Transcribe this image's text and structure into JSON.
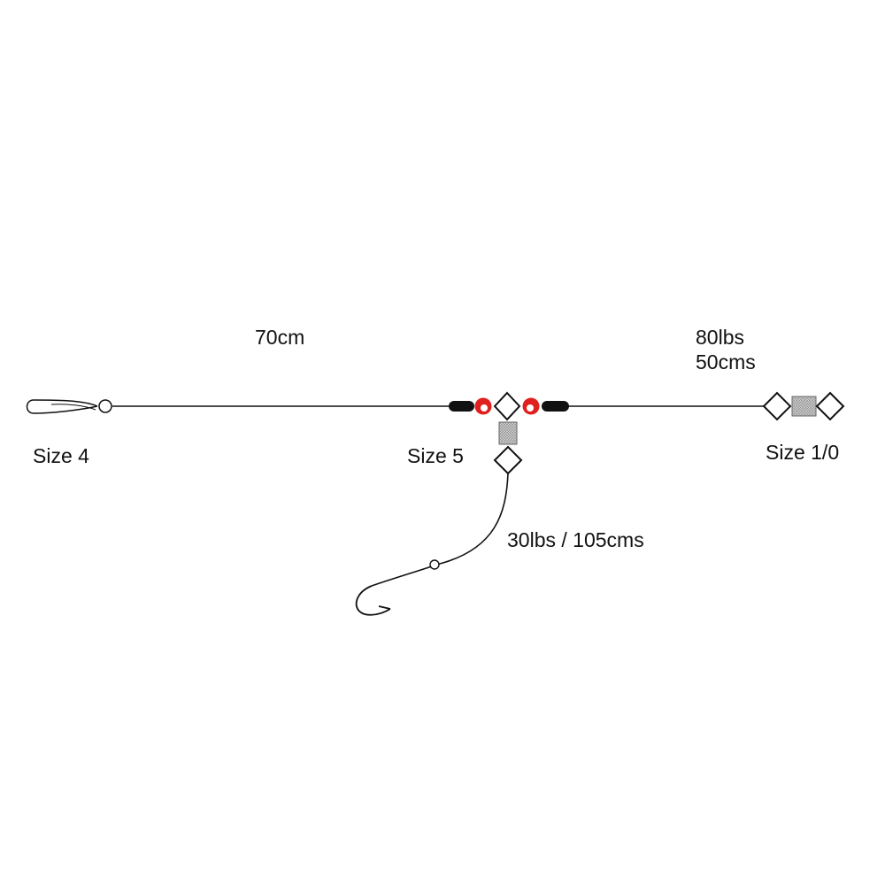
{
  "labels": {
    "main_line_length": "70cm",
    "right_line_strength": "80lbs",
    "right_line_length": "50cms",
    "left_hook_size": "Size 4",
    "middle_hook_size": "Size 5",
    "right_hook_size": "Size 1/0",
    "dropper_spec": "30lbs / 105cms"
  },
  "colors": {
    "line": "#111111",
    "bead": "#e0201e",
    "sleeve": "#111111",
    "swivel_fill": "#cfcfcf",
    "background": "#ffffff"
  },
  "icons": {
    "clip": "link-clip-icon",
    "bead": "bead-icon",
    "sleeve": "crimp-sleeve-icon",
    "swivel": "swivel-icon",
    "snap": "snap-link-icon",
    "hook": "fish-hook-icon"
  }
}
